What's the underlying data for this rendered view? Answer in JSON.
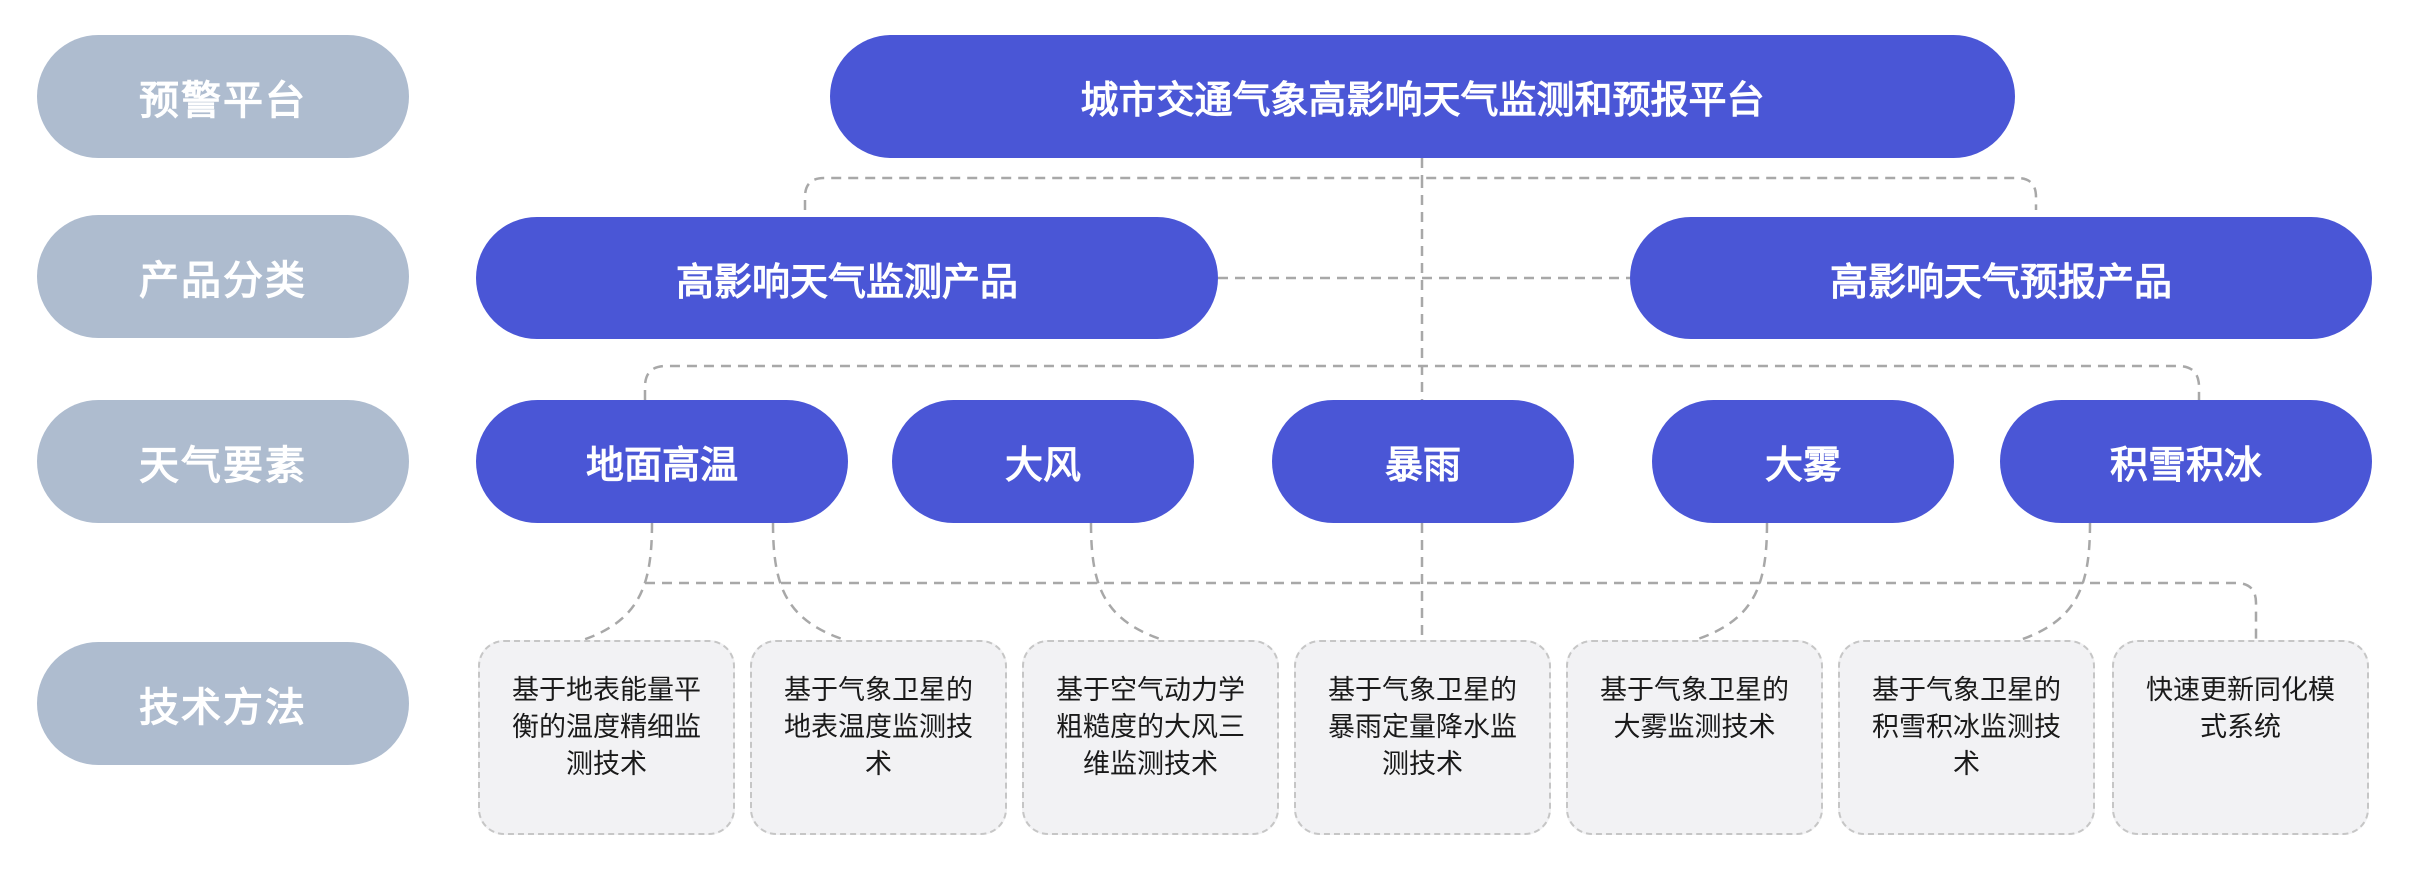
{
  "levels": {
    "platform": "预警平台",
    "category": "产品分类",
    "element": "天气要素",
    "method": "技术方法"
  },
  "platform": "城市交通气象高影响天气监测和预报平台",
  "categories": [
    "高影响天气监测产品",
    "高影响天气预报产品"
  ],
  "elements": [
    "地面高温",
    "大风",
    "暴雨",
    "大雾",
    "积雪积冰"
  ],
  "techniques": [
    "基于地表能量平衡的温度精细监测技术",
    "基于气象卫星的地表温度监测技术",
    "基于空气动力学粗糙度的大风三维监测技术",
    "基于气象卫星的暴雨定量降水监测技术",
    "基于气象卫星的大雾监测技术",
    "基于气象卫星的积雪积冰监测技术",
    "快速更新同化模式系统"
  ],
  "colors": {
    "level_label_bg": "#aebccf",
    "node_bg": "#4a56d6",
    "tech_bg": "#f2f2f4",
    "connector": "#a8a8a8"
  }
}
